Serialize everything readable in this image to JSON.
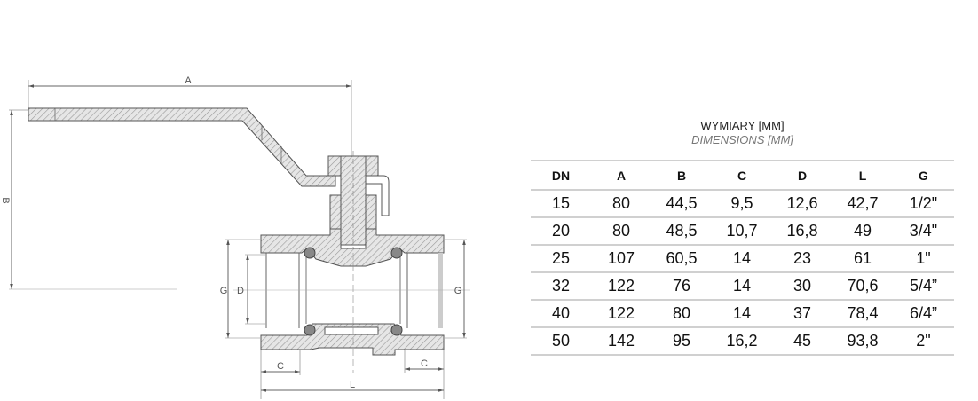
{
  "drawing": {
    "labels": {
      "A": "A",
      "B": "B",
      "C_left": "C",
      "C_right": "C",
      "D": "D",
      "G_left": "G",
      "G_right": "G",
      "L": "L"
    },
    "line_color": "#666666",
    "hatch_color": "#9a9a9a"
  },
  "table": {
    "title": "WYMIARY [MM]",
    "subtitle": "DIMENSIONS [MM]",
    "headers": [
      "DN",
      "A",
      "B",
      "C",
      "D",
      "L",
      "G"
    ],
    "rows": [
      [
        "15",
        "80",
        "44,5",
        "9,5",
        "12,6",
        "42,7",
        "1/2\""
      ],
      [
        "20",
        "80",
        "48,5",
        "10,7",
        "16,8",
        "49",
        "3/4\""
      ],
      [
        "25",
        "107",
        "60,5",
        "14",
        "23",
        "61",
        "1\""
      ],
      [
        "32",
        "122",
        "76",
        "14",
        "30",
        "70,6",
        "5/4”"
      ],
      [
        "40",
        "122",
        "80",
        "14",
        "37",
        "78,4",
        "6/4”"
      ],
      [
        "50",
        "142",
        "95",
        "16,2",
        "45",
        "93,8",
        "2\""
      ]
    ]
  }
}
